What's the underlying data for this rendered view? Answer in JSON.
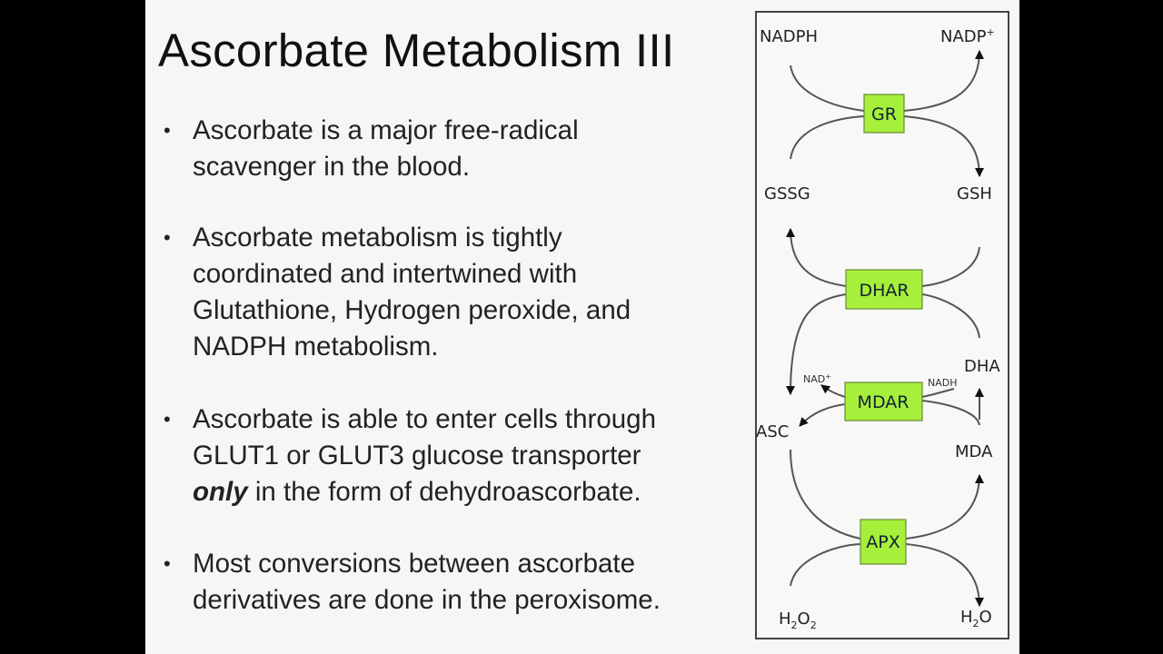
{
  "slide": {
    "title": "Ascorbate Metabolism III",
    "bullets": [
      {
        "lines": [
          "Ascorbate is a major free-radical",
          "scavenger in the blood."
        ]
      },
      {
        "lines": [
          "Ascorbate metabolism is tightly",
          "coordinated and intertwined with",
          "Glutathione, Hydrogen peroxide, and",
          "NADPH metabolism."
        ]
      },
      {
        "lines": [
          "Ascorbate is able to enter cells through",
          "GLUT1 or GLUT3 glucose transporter"
        ],
        "emphasis": "only",
        "last_line_rest": " in the form of dehydroascorbate."
      },
      {
        "lines": [
          "Most conversions between ascorbate",
          "derivatives are done in the peroxisome."
        ]
      }
    ],
    "bullet_symbol": "•"
  },
  "diagram": {
    "enzyme_color": "#a6ef3a",
    "enzymes": {
      "gr": "GR",
      "dhar": "DHAR",
      "mdar": "MDAR",
      "apx": "APX"
    },
    "metabolites": {
      "nadph": "NADPH",
      "nadp": "NADP",
      "nadp_sup": "+",
      "gssg": "GSSG",
      "gsh": "GSH",
      "dha": "DHA",
      "asc": "ASC",
      "mda": "MDA",
      "nad": "NAD",
      "nad_sup": "+",
      "nadh": "NADH",
      "h2o2_h": "H",
      "h2o2_sub1": "2",
      "h2o2_o": "O",
      "h2o2_sub2": "2",
      "h2o_h": "H",
      "h2o_sub": "2",
      "h2o_o": "O"
    }
  }
}
